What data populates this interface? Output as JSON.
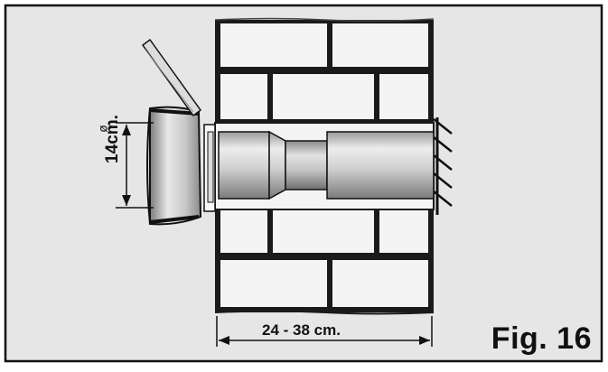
{
  "figure_label": "Fig. 16",
  "wall_thickness_label": "24 - 38 cm.",
  "diameter_label": "14cm.",
  "diameter_symbol": "ø",
  "colors": {
    "background": "#e6e6e6",
    "brick": "#f4f4f4",
    "mortar": "#1a1a1a",
    "outline": "#111111"
  }
}
